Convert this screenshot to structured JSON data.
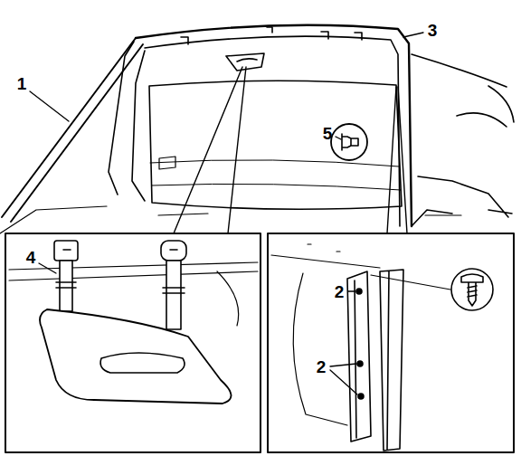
{
  "diagram": {
    "labels": [
      "1",
      "3",
      "5",
      "4",
      "2",
      "2"
    ]
  }
}
